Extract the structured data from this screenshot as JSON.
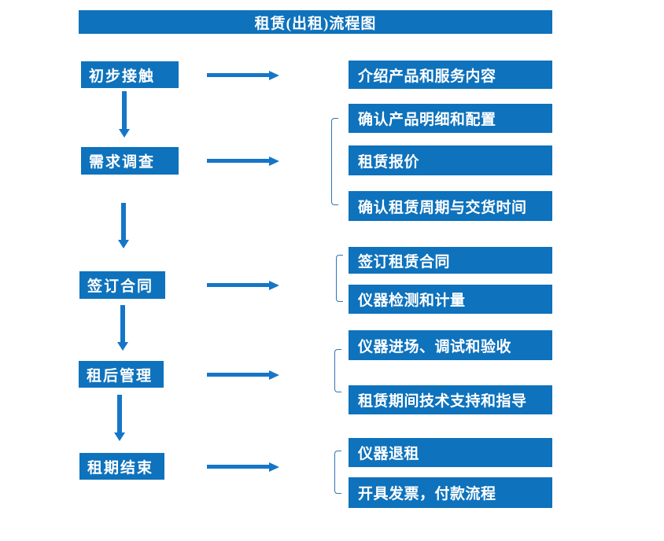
{
  "title": "租赁(出租)流程图",
  "colors": {
    "box_blue": "#0e72bc",
    "arrow_blue": "#1576c8",
    "bracket_blue": "#2e75b6",
    "text_white": "#ffffff"
  },
  "steps": [
    {
      "label": "初步接触",
      "details": [
        "介绍产品和服务内容"
      ]
    },
    {
      "label": "需求调查",
      "details": [
        "确认产品明细和配置",
        "租赁报价",
        "确认租赁周期与交货时间"
      ]
    },
    {
      "label": "签订合同",
      "details": [
        "签订租赁合同",
        "仪器检测和计量"
      ]
    },
    {
      "label": "租后管理",
      "details": [
        "仪器进场、调试和验收",
        "租赁期间技术支持和指导"
      ]
    },
    {
      "label": "租期结束",
      "details": [
        "仪器退租",
        "开具发票，付款流程"
      ]
    }
  ]
}
